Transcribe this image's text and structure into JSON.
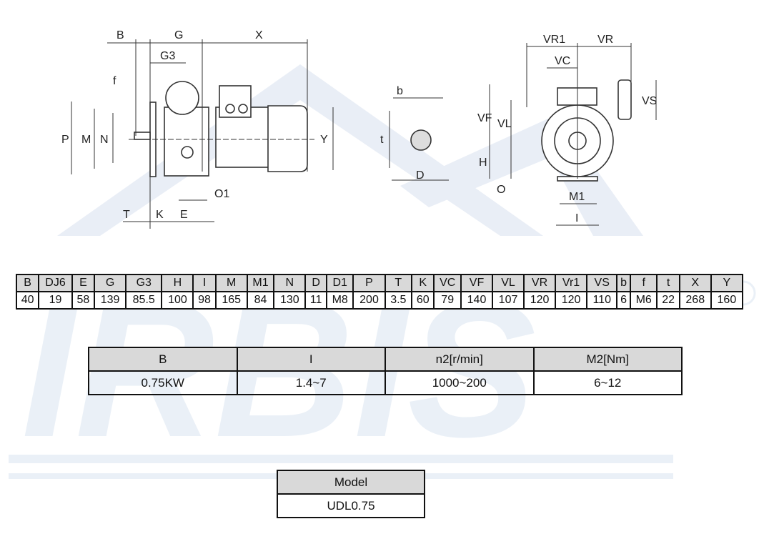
{
  "watermark": "IRBIS",
  "drawing_labels": {
    "side": [
      "B",
      "G",
      "X",
      "G3",
      "f",
      "P",
      "M",
      "N",
      "Y",
      "O1",
      "T",
      "K",
      "E"
    ],
    "shaft": [
      "b",
      "t",
      "D"
    ],
    "front": [
      "VR1",
      "VR",
      "VC",
      "VF",
      "VL",
      "VS",
      "H",
      "O",
      "M1",
      "I"
    ]
  },
  "dimensions": {
    "headers": [
      "B",
      "DJ6",
      "E",
      "G",
      "G3",
      "H",
      "I",
      "M",
      "M1",
      "N",
      "D",
      "D1",
      "P",
      "T",
      "K",
      "VC",
      "VF",
      "VL",
      "VR",
      "Vr1",
      "VS",
      "b",
      "f",
      "t",
      "X",
      "Y"
    ],
    "values": [
      "40",
      "19",
      "58",
      "139",
      "85.5",
      "100",
      "98",
      "165",
      "84",
      "130",
      "11",
      "M8",
      "200",
      "3.5",
      "60",
      "79",
      "140",
      "107",
      "120",
      "120",
      "110",
      "6",
      "M6",
      "22",
      "268",
      "160"
    ]
  },
  "performance": {
    "headers": [
      "B",
      "I",
      "n2[r/min]",
      "M2[Nm]"
    ],
    "values": [
      "0.75KW",
      "1.4~7",
      "1000~200",
      "6~12"
    ]
  },
  "model": {
    "header": "Model",
    "value": "UDL0.75"
  },
  "colors": {
    "watermark": "#e6ecf5",
    "header_bg": "#d9d9d9"
  }
}
